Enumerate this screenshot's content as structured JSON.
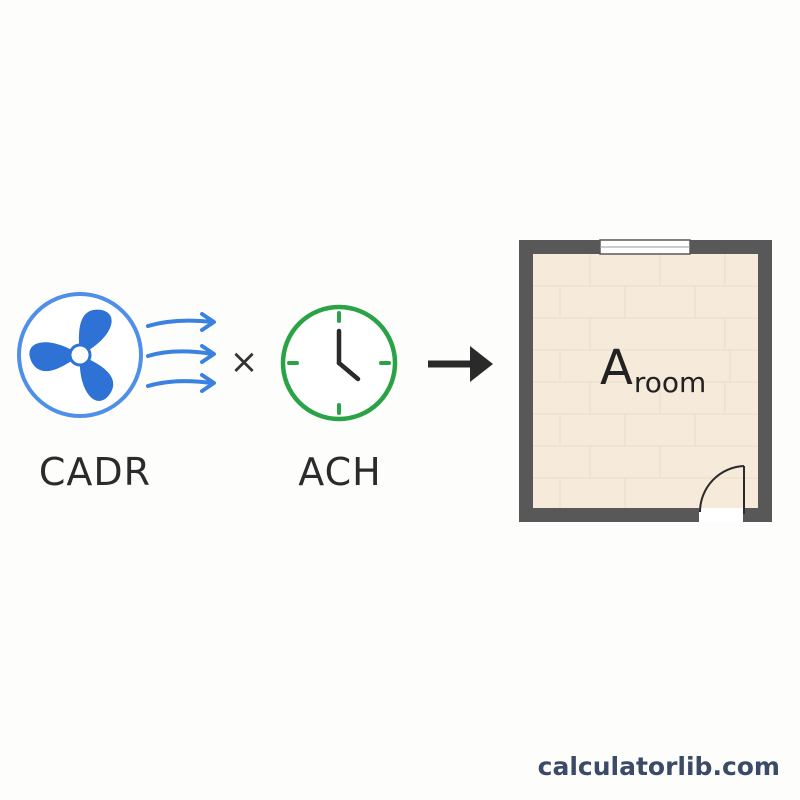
{
  "formula": {
    "term1": "CADR",
    "operator": "×",
    "term2": "ACH",
    "result_symbol": "A",
    "result_subscript": "room"
  },
  "watermark": "calculatorlib.com",
  "icons": {
    "fan": "fan-icon",
    "airflow": "airflow-arrows-icon",
    "clock": "clock-icon",
    "arrow": "right-arrow-icon",
    "room": "room-floorplan-icon"
  },
  "colors": {
    "fan_blue": "#2f72d6",
    "fan_ring": "#4f8fe8",
    "clock_green": "#2aa347",
    "wall_gray": "#555555",
    "floor_beige": "#f6eadb",
    "text_dark": "#2b2b2b",
    "watermark_color": "#3b4a66"
  }
}
